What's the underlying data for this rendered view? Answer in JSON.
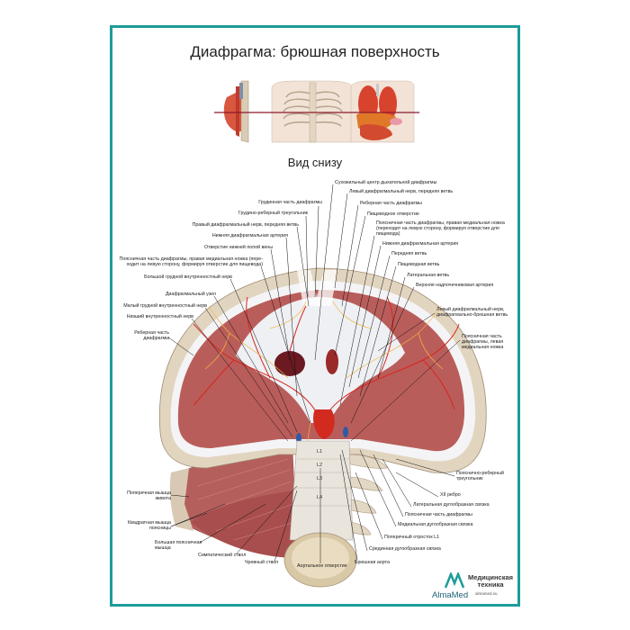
{
  "poster": {
    "title": "Диафрагма: брюшная поверхность",
    "subtitle": "Вид снизу",
    "colors": {
      "frame": "#1d9c9a",
      "muscle": "#b85c5c",
      "tendon": "#eef0f4",
      "bone": "#e6dac6",
      "artery": "#d8261c",
      "nerve": "#f2b640"
    }
  },
  "labels": [
    "Сухожильный центр дыхательной диафрагмы",
    "Левый диафрагмальный нерв, передняя ветвь",
    "Реберная часть диафрагмы",
    "Пищеводное отверстие",
    "Поясничная часть диафрагмы, правая медиальная ножка\n(переходит на левую сторону, формируя отверстие для\nпищевода)",
    "Нижняя диафрагмальная артерия",
    "Передняя ветвь",
    "Пищеводная ветвь",
    "Латеральная ветвь",
    "Верхняя надпочечниковая артерия",
    "Левый диафрагмальный нерв,\nдиафрагмально-брюшная ветвь",
    "Поясничная часть\nдиафрагмы, левая\nмедиальная ножка",
    "Пояснично-реберный\nтреугольник",
    "XII ребро",
    "Латеральная дугообразная связка",
    "Поясничная часть диафрагмы",
    "Медиальная дугообразная связка",
    "Поперечный отросток L1",
    "Срединная дугообразная связка",
    "Грудинная часть диафрагмы",
    "Грудино-реберный треугольник",
    "Правый диафрагмальный нерв, передняя ветвь",
    "Нижняя диафрагмальная артерия",
    "Отверстие нижней полой вены",
    "Поясничная часть диафрагмы, правая медиальная ножка (пере-\nходит на левую сторону, формируя отверстие для пищевода)",
    "Большой грудной внутренностный нерв",
    "Диафрагмальный узел",
    "Малый грудной внутренностный нерв",
    "Низший внутренностный нерв",
    "Реберная часть\nдиафрагмы",
    "Поперечная мышца\nживота",
    "Квадратная мышца\nпоясницы",
    "Большая поясничная\nмышца",
    "Симпатический ствол",
    "Чревный ствол",
    "Аортальное отверстие",
    "Брюшная аорта"
  ],
  "vertebrae": [
    "L1",
    "L2",
    "L3",
    "L4"
  ],
  "logo": {
    "brand": "AlmaMed",
    "name": "Медицинская\nтехника",
    "site": "almamed.su"
  }
}
